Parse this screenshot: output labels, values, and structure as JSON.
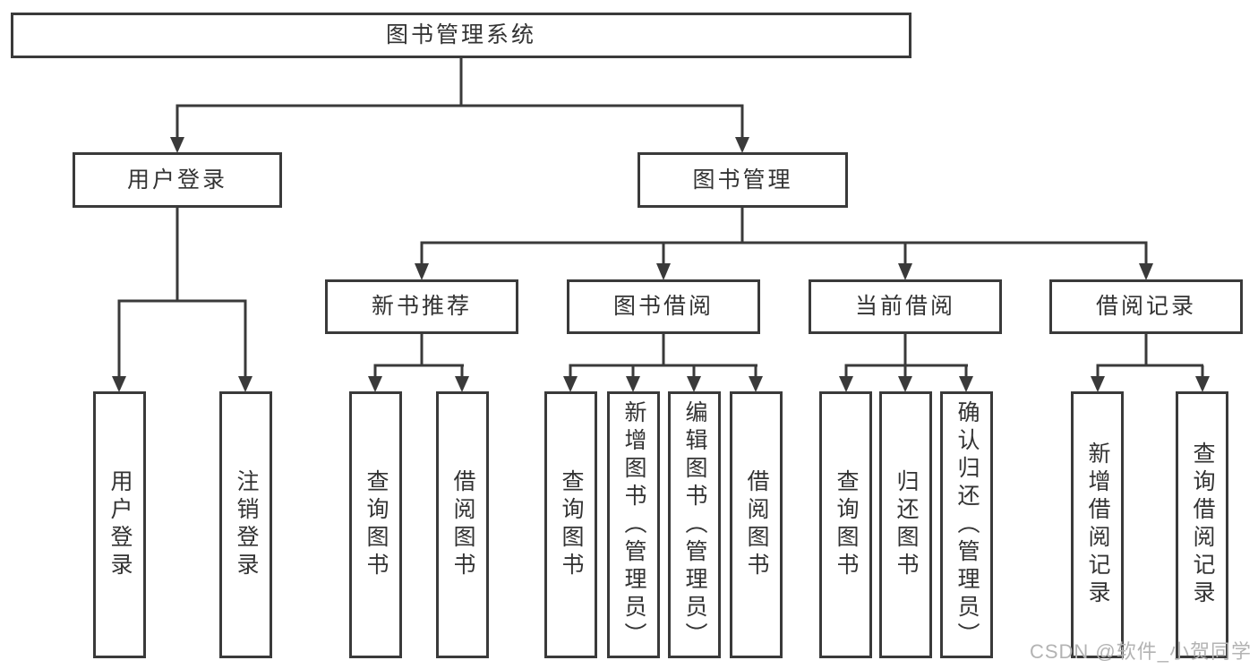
{
  "diagram": {
    "root": {
      "label": "图书管理系统"
    },
    "level2": {
      "user_login": {
        "label": "用户登录"
      },
      "book_mgmt": {
        "label": "图书管理"
      }
    },
    "modules": {
      "new_book": {
        "label": "新书推荐"
      },
      "book_borrow": {
        "label": "图书借阅"
      },
      "current_borrow": {
        "label": "当前借阅"
      },
      "borrow_record": {
        "label": "借阅记录"
      }
    },
    "leaves": {
      "user_login": [
        "用户登录",
        "注销登录"
      ],
      "new_book": [
        "查询图书",
        "借阅图书"
      ],
      "book_borrow": [
        "查询图书",
        "新增图书（管理员）",
        "编辑图书（管理员）",
        "借阅图书"
      ],
      "current_borrow": [
        "查询图书",
        "归还图书",
        "确认归还（管理员）"
      ],
      "borrow_record": [
        "新增借阅记录",
        "查询借阅记录"
      ]
    }
  },
  "watermark": "CSDN @软件_小贺同学",
  "colors": {
    "line": "#3a3a3a",
    "text": "#333333",
    "watermark": "#b3b3b3",
    "background": "#ffffff"
  }
}
